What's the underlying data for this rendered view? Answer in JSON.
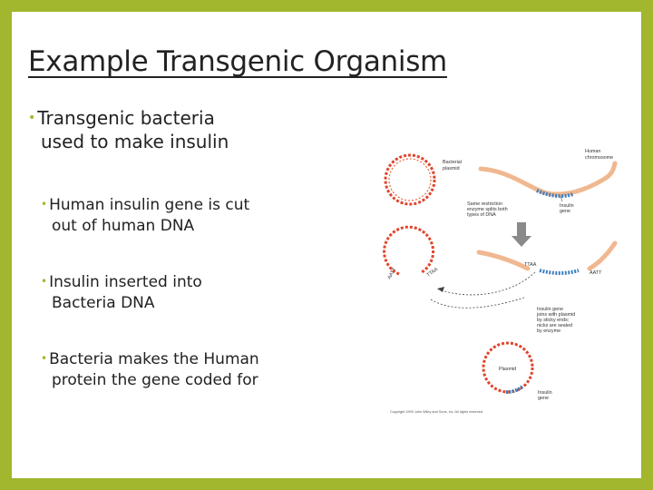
{
  "slide": {
    "title": "Example Transgenic Organism",
    "main_bullet": {
      "line1": "Transgenic bacteria",
      "line2": "used to make insulin"
    },
    "sub_bullets": [
      {
        "line1": "Human insulin gene is cut",
        "line2": "out of human DNA"
      },
      {
        "line1": "Insulin inserted into",
        "line2": "Bacteria DNA"
      },
      {
        "line1": "Bacteria makes the Human",
        "line2": "protein the gene coded for"
      }
    ],
    "bullet_color": "#a2b62e",
    "border_color": "#a2b62e"
  },
  "diagram": {
    "bacterial_plasmid_1": "Bacterial",
    "bacterial_plasmid_2": "plasmid",
    "human_chromosome_1": "Human",
    "human_chromosome_2": "chromosome",
    "enzyme_1": "Same restriction",
    "enzyme_2": "enzyme splits both",
    "enzyme_3": "types of DNA",
    "insulin_gene_1": "Insulin",
    "insulin_gene_2": "gene",
    "sticky_left_1": "AATT",
    "sticky_left_2": "TTAA",
    "sticky_mid": "TTAA",
    "sticky_right": "AATT",
    "joins_1": "Insulin gene",
    "joins_2": "joins with plasmid",
    "joins_3": "by sticky ends;",
    "joins_4": "nicks are sealed",
    "joins_5": "by enzyme",
    "plasmid": "Plasmid",
    "insulin_gene_bottom_1": "Insulin",
    "insulin_gene_bottom_2": "gene",
    "copyright": "Copyright 1999 John Wiley and Sons, Inc. All rights reserved."
  }
}
